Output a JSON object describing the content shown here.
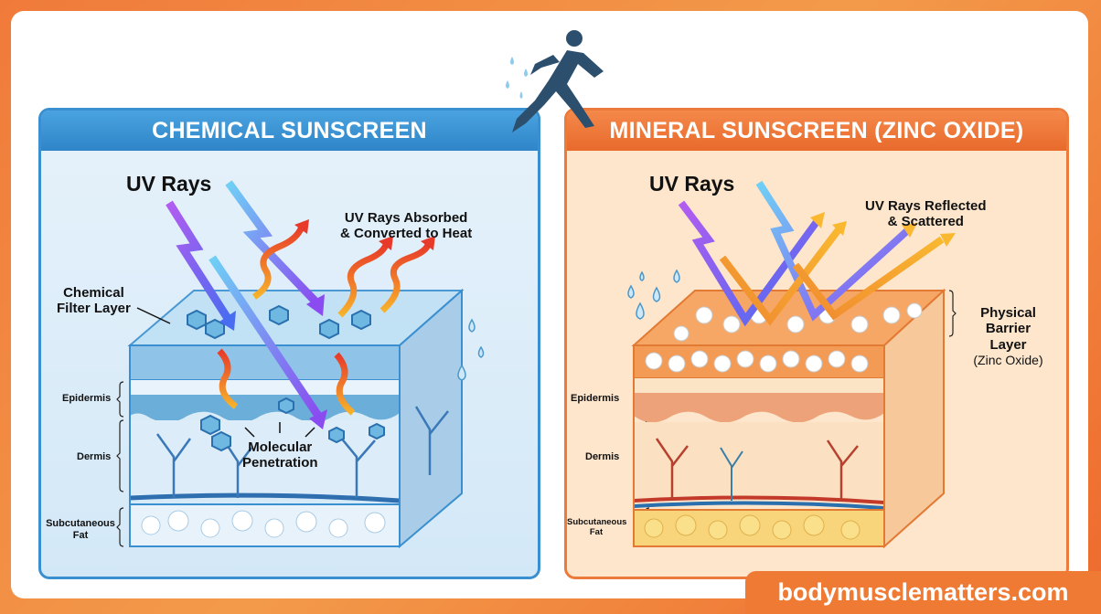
{
  "left_panel": {
    "title": "CHEMICAL SUNSCREEN",
    "uv_label": "UV Rays",
    "absorbed_label_1": "UV Rays Absorbed",
    "absorbed_label_2": "& Converted to Heat",
    "filter_label_1": "Chemical",
    "filter_label_2": "Filter Layer",
    "penetration_label_1": "Molecular",
    "penetration_label_2": "Penetration",
    "layers": [
      "Epidermis",
      "Dermis",
      "Subcutaneous",
      "Fat"
    ],
    "accent_color": "#3a8fd0"
  },
  "right_panel": {
    "title": "MINERAL SUNSCREEN (ZINC OXIDE)",
    "uv_label": "UV Rays",
    "reflected_label_1": "UV Rays Reflected",
    "reflected_label_2": "& Scattered",
    "barrier_label_1": "Physical",
    "barrier_label_2": "Barrier",
    "barrier_label_3": "Layer",
    "barrier_label_4": "(Zinc Oxide)",
    "layers": [
      "Epidermis",
      "Dermis",
      "Subcutaneous",
      "Fat"
    ],
    "accent_color": "#ec7a3a"
  },
  "watermark": "bodymusclematters.com",
  "icons": [
    "runner-icon",
    "water-drop-icon",
    "molecule-icon",
    "uv-arrow-icon",
    "heat-arrow-icon"
  ]
}
